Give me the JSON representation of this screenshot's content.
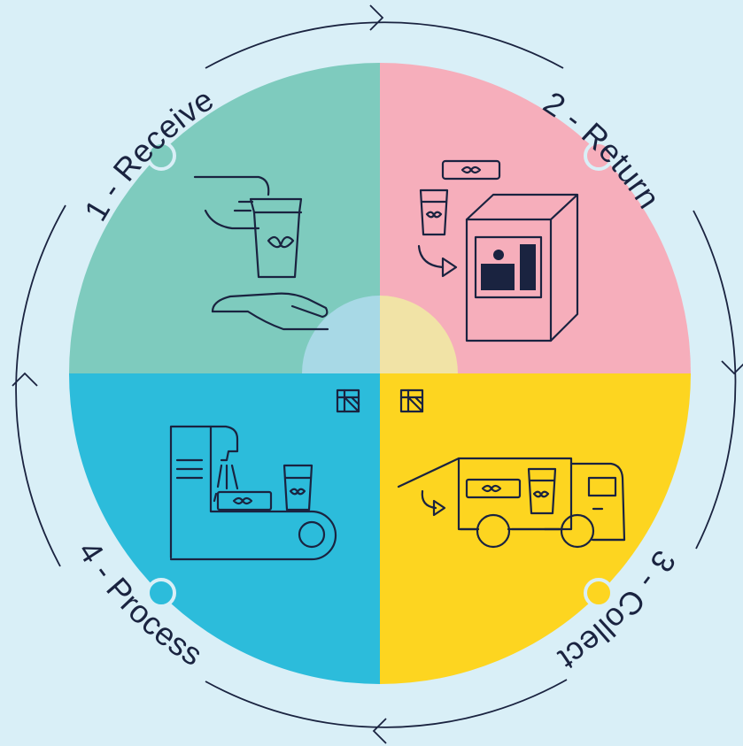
{
  "steps": [
    {
      "label": "1 - Receive",
      "color": "#7ecbbe",
      "icon": "hand-receiving-cup-icon"
    },
    {
      "label": "2 - Return",
      "color": "#f6aebb",
      "icon": "return-kiosk-icon"
    },
    {
      "label": "3 - Collect",
      "color": "#fdd520",
      "icon": "collection-truck-icon"
    },
    {
      "label": "4 - Process",
      "color": "#2cbcdb",
      "icon": "washing-conveyor-icon"
    }
  ],
  "colors": {
    "background": "#d9eff7",
    "ink": "#1a2340",
    "center_left": "#a8d9e6",
    "center_right": "#f1e3a6"
  }
}
